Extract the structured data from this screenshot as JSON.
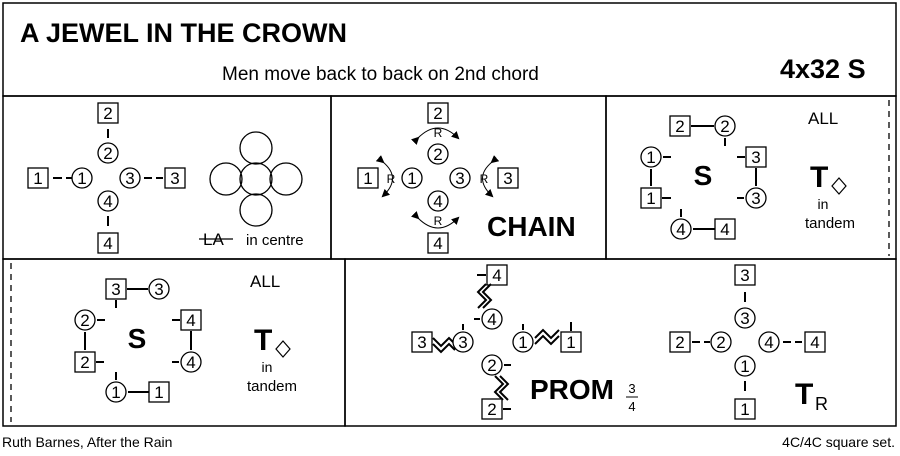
{
  "header": {
    "title": "A JEWEL IN THE CROWN",
    "subtitle": "Men move back to back on 2nd chord",
    "format": "4x32 S"
  },
  "labels": {
    "la_in_centre": "in centre",
    "la": "LA",
    "chain": "CHAIN",
    "all": "ALL",
    "s": "S",
    "t": "T",
    "in": "in",
    "tandem": "tandem",
    "prom": "PROM",
    "prom_num": "3",
    "prom_den": "4",
    "tr_t": "T",
    "tr_r": "R",
    "r": "R"
  },
  "dancers": {
    "men": [
      "1",
      "2",
      "3",
      "4"
    ],
    "women": [
      "1",
      "2",
      "3",
      "4"
    ]
  },
  "footer": {
    "left": "Ruth Barnes, After the Rain",
    "right": "4C/4C  square set."
  }
}
